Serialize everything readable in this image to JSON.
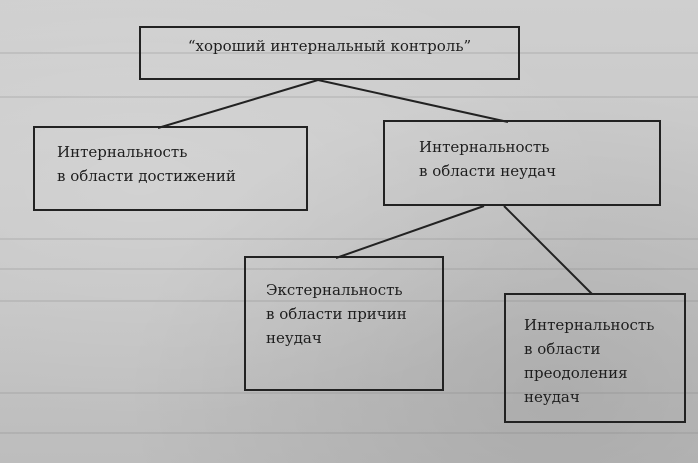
{
  "diagram": {
    "root": {
      "lines": [
        "“хороший интернальный контроль”"
      ]
    },
    "achievements": {
      "lines": [
        "Интернальность",
        "в области достижений"
      ]
    },
    "failures": {
      "lines": [
        "Интернальность",
        "в области неудач"
      ]
    },
    "external_causes": {
      "lines": [
        "Экстернальность",
        "в области причин",
        "неудач"
      ]
    },
    "overcoming": {
      "lines": [
        "Интернальность",
        "в области",
        "преодоления",
        "неудач"
      ]
    }
  }
}
